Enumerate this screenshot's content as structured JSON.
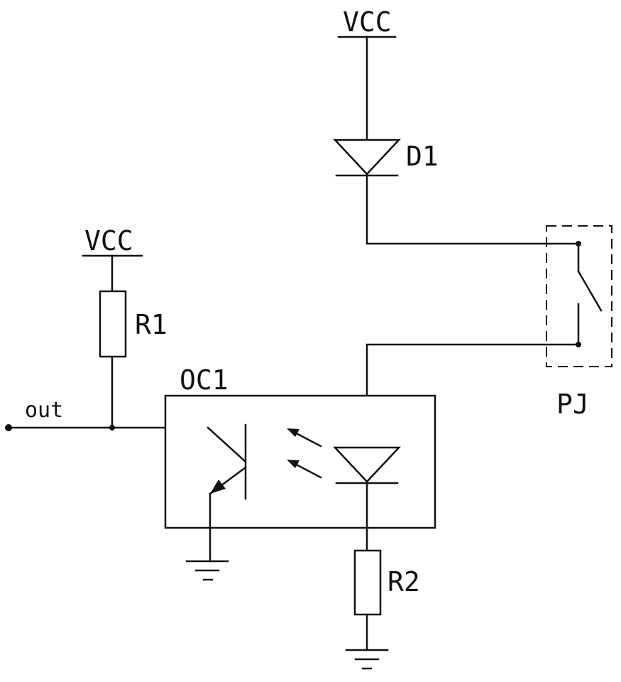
{
  "labels": {
    "vcc_top": "VCC",
    "vcc_left": "VCC",
    "d1": "D1",
    "r1": "R1",
    "r2": "R2",
    "oc1": "OC1",
    "pj": "PJ",
    "out": "out"
  }
}
